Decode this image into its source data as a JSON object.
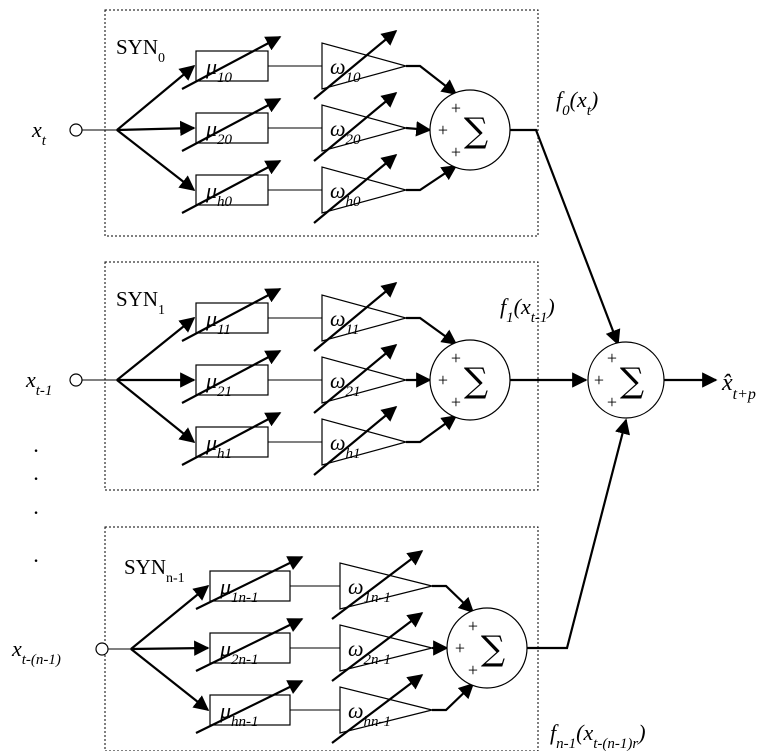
{
  "inputs": [
    {
      "base": "x",
      "sub": "t"
    },
    {
      "base": "x",
      "sub": "t-1"
    },
    {
      "base": "x",
      "sub": "t-(n-1)"
    }
  ],
  "ellipsis": "·",
  "blocks": [
    {
      "label": "SYN",
      "label_sub": "0",
      "mu": [
        {
          "base": "μ",
          "sub": "10"
        },
        {
          "base": "μ",
          "sub": "20"
        },
        {
          "base": "μ",
          "sub": "h0"
        }
      ],
      "omega": [
        {
          "base": "ω",
          "sub": "10"
        },
        {
          "base": "ω",
          "sub": "20"
        },
        {
          "base": "ω",
          "sub": "h0"
        }
      ],
      "output": {
        "f": "f",
        "f_sub": "0",
        "open": "(",
        "arg": "x",
        "arg_sub": "t",
        "close": ")"
      }
    },
    {
      "label": "SYN",
      "label_sub": "1",
      "mu": [
        {
          "base": "μ",
          "sub": "11"
        },
        {
          "base": "μ",
          "sub": "21"
        },
        {
          "base": "μ",
          "sub": "h1"
        }
      ],
      "omega": [
        {
          "base": "ω",
          "sub": "11"
        },
        {
          "base": "ω",
          "sub": "21"
        },
        {
          "base": "ω",
          "sub": "h1"
        }
      ],
      "output": {
        "f": "f",
        "f_sub": "1",
        "open": "(",
        "arg": "x",
        "arg_sub": "t-1",
        "close": ")"
      }
    },
    {
      "label": "SYN",
      "label_sub": "n-1",
      "mu": [
        {
          "base": "μ",
          "sub": "1n-1"
        },
        {
          "base": "μ",
          "sub": "2n-1"
        },
        {
          "base": "μ",
          "sub": "hn-1"
        }
      ],
      "omega": [
        {
          "base": "ω",
          "sub": "1n-1"
        },
        {
          "base": "ω",
          "sub": "2n-1"
        },
        {
          "base": "ω",
          "sub": "hn-1"
        }
      ],
      "output": {
        "f": "f",
        "f_sub": "n-1",
        "open": "(",
        "arg": "x",
        "arg_sub": "t-(n-1)r",
        "close": ")"
      }
    }
  ],
  "sum": {
    "symbol": "∑",
    "plus": "+"
  },
  "final_output": {
    "base": "x̂",
    "sub": "t+p"
  }
}
